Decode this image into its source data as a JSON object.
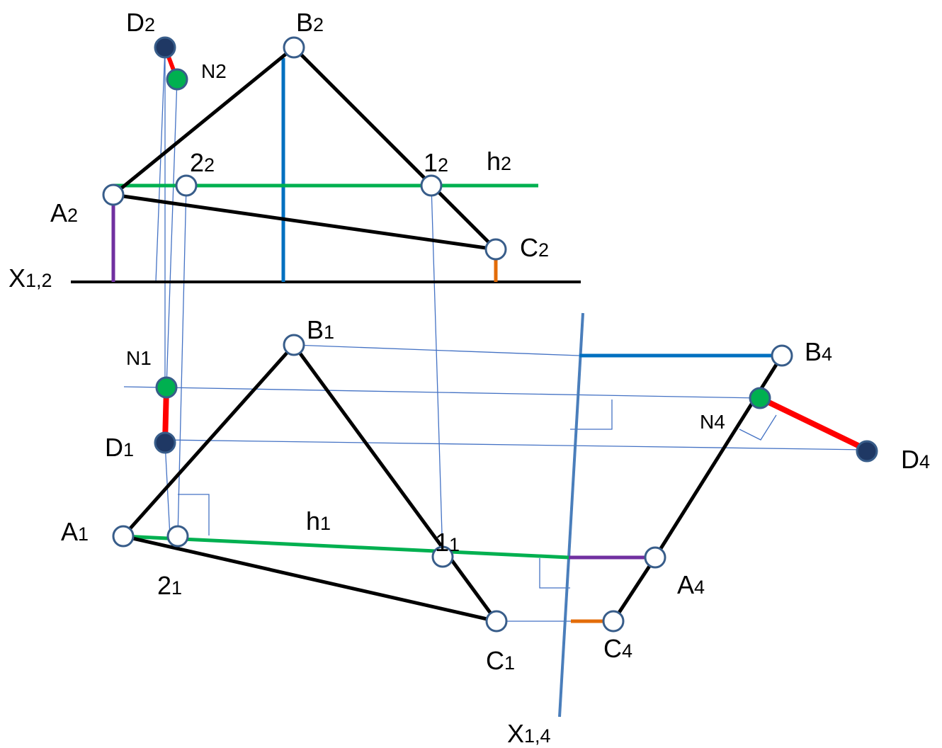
{
  "colors": {
    "object": "#000000",
    "horizontal": "#00b050",
    "height_A": "#7030a0",
    "height_B": "#0070c0",
    "height_C": "#e36c09",
    "distance": "#ff0000",
    "link_lines": "#4472c4",
    "axis_new": "#4a7ebb",
    "point_hollow_stroke": "#385d8a",
    "point_dark": "#1f3864",
    "point_green": "#00b050"
  },
  "labels": {
    "D2": {
      "main": "D",
      "sub": "2"
    },
    "B2": {
      "main": "B",
      "sub": "2"
    },
    "N2": {
      "main": "N2",
      "sub": ""
    },
    "two2": {
      "main": "2",
      "sub": "2"
    },
    "one2": {
      "main": "1",
      "sub": "2"
    },
    "h2": {
      "main": "h",
      "sub": "2"
    },
    "A2": {
      "main": "A",
      "sub": "2"
    },
    "C2": {
      "main": "C",
      "sub": "2"
    },
    "X12": {
      "main": "X",
      "sub": "1,2"
    },
    "B1": {
      "main": "B",
      "sub": "1"
    },
    "B4": {
      "main": "B",
      "sub": "4"
    },
    "N1": {
      "main": "N1",
      "sub": ""
    },
    "N4": {
      "main": "N4",
      "sub": ""
    },
    "D1": {
      "main": "D",
      "sub": "1"
    },
    "D4": {
      "main": "D",
      "sub": "4"
    },
    "A1": {
      "main": "A",
      "sub": "1"
    },
    "h1": {
      "main": "h",
      "sub": "1"
    },
    "one1": {
      "main": "1",
      "sub": "1"
    },
    "A4": {
      "main": "A",
      "sub": "4"
    },
    "two1": {
      "main": "2",
      "sub": "1"
    },
    "C1": {
      "main": "C",
      "sub": "1"
    },
    "C4": {
      "main": "C",
      "sub": "4"
    },
    "X14": {
      "main": "X",
      "sub": "1,4"
    }
  }
}
